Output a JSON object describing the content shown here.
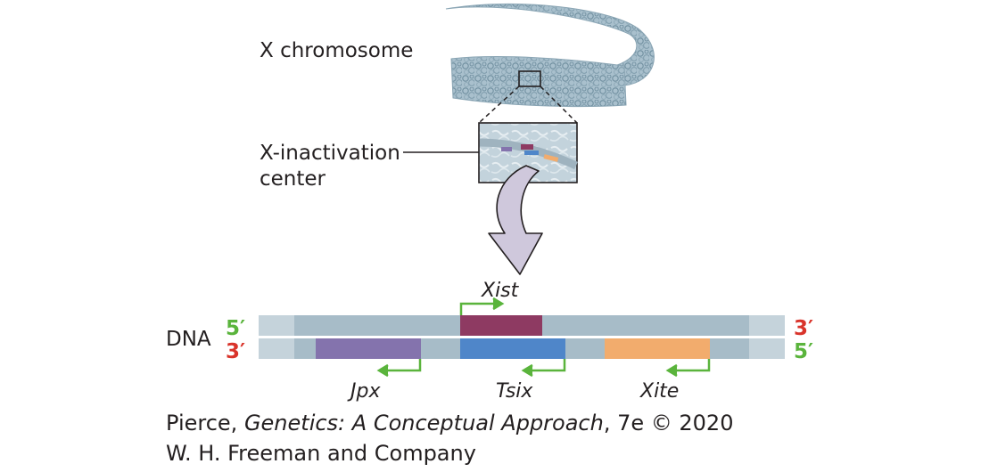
{
  "labels": {
    "chromosome": "X chromosome",
    "xic_line1": "X-inactivation",
    "xic_line2": "center",
    "dna": "DNA"
  },
  "strands": {
    "top_left": "5′",
    "top_right": "3′",
    "bottom_left": "3′",
    "bottom_right": "5′"
  },
  "genes": {
    "xist": "Xist",
    "jpx": "Jpx",
    "tsix": "Tsix",
    "xite": "Xite"
  },
  "caption": {
    "author": "Pierce, ",
    "title": "Genetics: A Conceptual Approach",
    "edition": ", 7e © 2020",
    "publisher": "W. H. Freeman and Company"
  },
  "colors": {
    "dna_strand": "#a7bcc8",
    "chromosome": "#9fb8c6",
    "xist": "#8e3a62",
    "jpx": "#8473ad",
    "tsix": "#4f86c9",
    "xite": "#f2ac6d",
    "arrow_green": "#5ab43c",
    "five_prime": "#5ab43c",
    "three_prime": "#d9342b",
    "big_arrow": "#cfc8dc"
  }
}
